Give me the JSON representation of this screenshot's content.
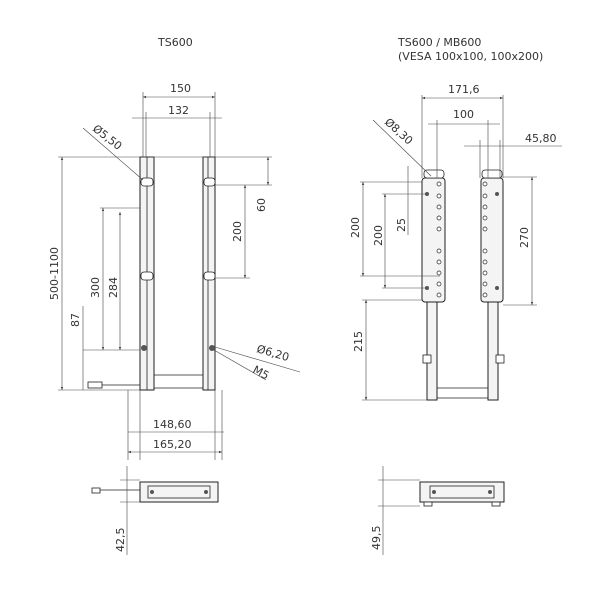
{
  "left_view": {
    "title": "TS600",
    "dims": {
      "w150": "150",
      "w132": "132",
      "hole_d": "Ø5,50",
      "height_range": "500-1100",
      "d60": "60",
      "d200": "200",
      "d300": "300",
      "d284": "284",
      "d87": "87",
      "hole_d2": "Ø6,20",
      "thread": "M5",
      "w148": "148,60",
      "w165": "165,20",
      "depth": "42,5"
    }
  },
  "right_view": {
    "title": "TS600 / MB600",
    "subtitle": "(VESA 100x100, 100x200)",
    "dims": {
      "w171": "171,6",
      "w100": "100",
      "w45": "45,80",
      "hole_d": "Ø8,30",
      "d25": "25",
      "d200a": "200",
      "d200b": "200",
      "d270": "270",
      "d215": "215",
      "depth": "49,5"
    }
  }
}
